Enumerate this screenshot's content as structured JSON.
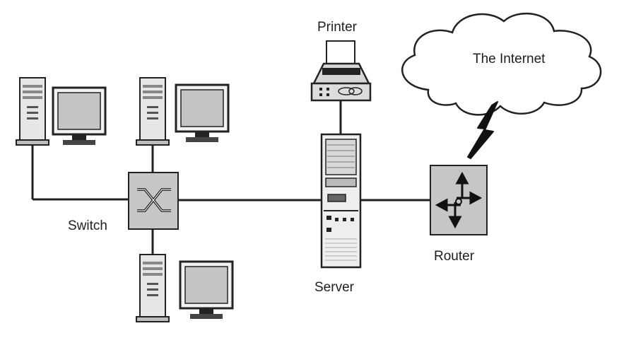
{
  "labels": {
    "printer": "Printer",
    "internet": "The Internet",
    "switch": "Switch",
    "router": "Router",
    "server": "Server"
  },
  "colors": {
    "line": "#222222",
    "device_fill": "#e6e6e6",
    "screen_fill": "#c4c4c4",
    "switch_fill": "#c6c6c6",
    "router_fill": "#c6c6c6",
    "cloud_fill": "#ffffff"
  },
  "icons": [
    "desktop-computer-icon",
    "switch-icon",
    "server-icon",
    "printer-icon",
    "router-icon",
    "cloud-icon",
    "lightning-bolt-icon"
  ]
}
